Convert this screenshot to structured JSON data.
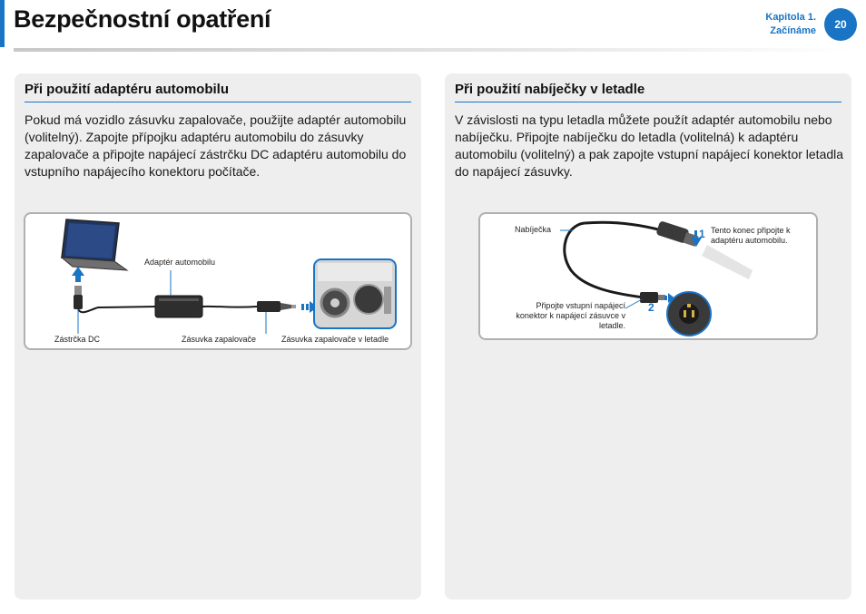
{
  "header": {
    "title": "Bezpečnostní opatření",
    "chapter_line1": "Kapitola 1.",
    "chapter_line2": "Začínáme",
    "page_number": "20"
  },
  "left_panel": {
    "heading": "Při použití adaptéru automobilu",
    "body": "Pokud má vozidlo zásuvku zapalovače, použijte adaptér automobilu (volitelný). Zapojte přípojku adaptéru automobilu do zásuvky zapalovače a připojte napájecí zástrčku DC adaptéru automobilu do vstupního napájecího konektoru počítače.",
    "figure": {
      "label_adapter": "Adaptér automobilu",
      "label_dc_plug": "Zástrčka DC",
      "label_socket": "Zásuvka zapalovače",
      "label_socket_plane": "Zásuvka zapalovače v letadle"
    }
  },
  "right_panel": {
    "heading": "Při použití nabíječky v letadle",
    "body": "V závislosti na typu letadla můžete použít adaptér automobilu nebo nabíječku. Připojte nabíječku do letadla (volitelná) k adaptéru automobilu (volitelný) a pak zapojte vstupní napájecí konektor letadla do napájecí zásuvky.",
    "figure": {
      "label_charger": "Nabíječka",
      "step1_number": "1",
      "step1_text": "Tento konec připojte k adaptéru automobilu.",
      "step2_number": "2",
      "step2_text": "Připojte vstupní napájecí konektor k napájecí zásuvce v letadle."
    }
  },
  "colors": {
    "accent": "#1a74c4",
    "panel_bg": "#eeeeee",
    "figure_border": "#b0b0b0"
  }
}
